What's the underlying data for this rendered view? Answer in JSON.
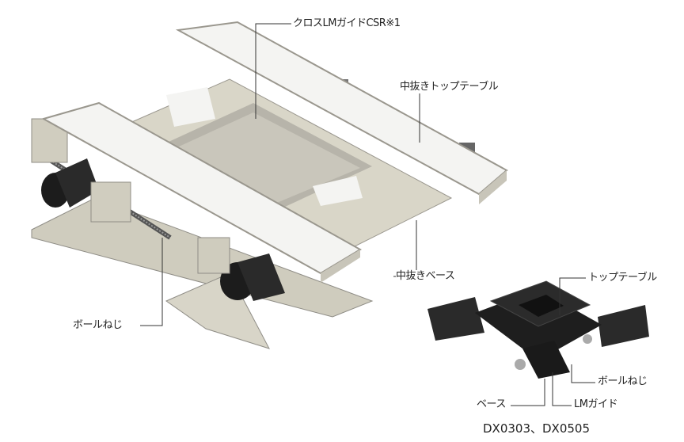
{
  "labels": {
    "cross_lm_guide": "クロスLMガイドCSR※1",
    "hollow_top_table": "中抜きトップテーブル",
    "hollow_base": "中抜きベース",
    "ball_screw_main": "ボールねじ",
    "top_table": "トップテーブル",
    "ball_screw_small": "ボールねじ",
    "base": "ベース",
    "lm_guide": "LMガイド"
  },
  "model_caption": "DX0303、DX0505",
  "colors": {
    "table_white": "#f4f4f2",
    "frame_beige": "#d9d6c8",
    "shadow_grey": "#8f8d86",
    "dark_stage": "#1e1e1e"
  }
}
